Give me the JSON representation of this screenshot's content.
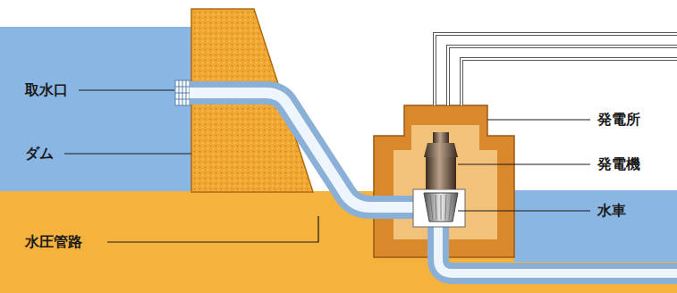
{
  "diagram": {
    "labels": [
      "取水口",
      "ダム",
      "水圧管路",
      "発電所",
      "発電機",
      "水車"
    ]
  }
}
